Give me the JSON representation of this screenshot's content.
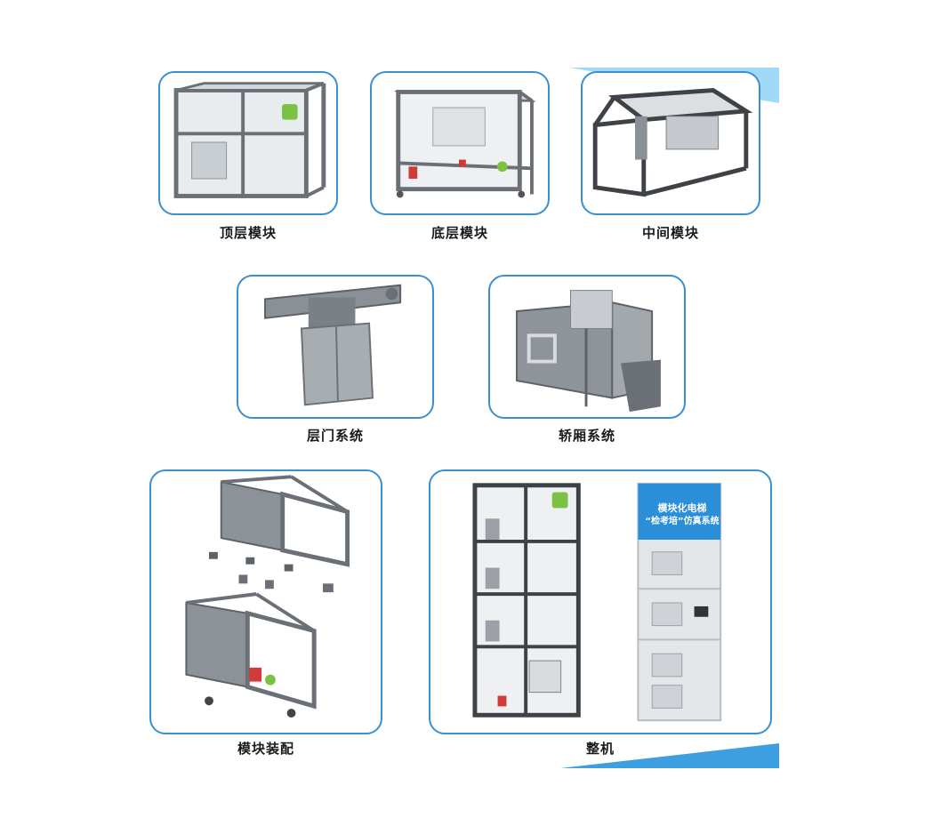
{
  "modules": [
    {
      "id": "top",
      "caption": "顶层模块"
    },
    {
      "id": "bottom",
      "caption": "底层模块"
    },
    {
      "id": "middle",
      "caption": "中间模块"
    },
    {
      "id": "landing-door",
      "caption": "层门系统"
    },
    {
      "id": "car",
      "caption": "轿厢系统"
    },
    {
      "id": "assembly",
      "caption": "模块装配"
    },
    {
      "id": "complete",
      "caption": "整机"
    }
  ],
  "complete_panel": {
    "title_line1": "模块化电梯",
    "title_line2": "“检考培”仿真系统"
  },
  "colors": {
    "border": "#3a8fd0",
    "accent": "#7cc8f0",
    "frame": "#6a7076",
    "panel": "#2a8fd8"
  }
}
